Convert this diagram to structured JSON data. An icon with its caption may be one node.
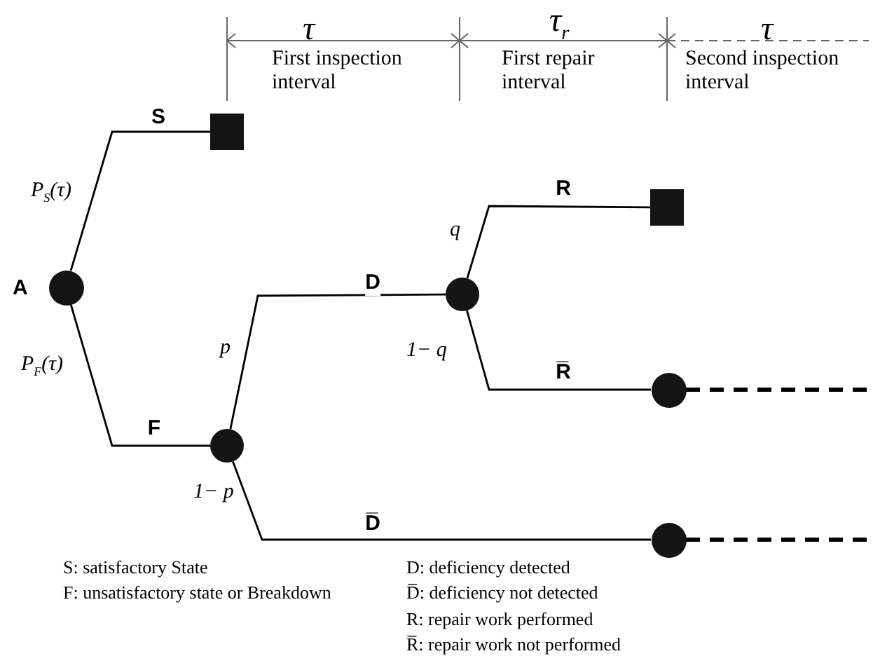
{
  "diagram": {
    "nodes": [
      {
        "text": [],
        "shape": "circle",
        "beside": [
          "A"
        ]
      },
      {
        "text": [],
        "shape": "box"
      },
      {
        "text": [],
        "shape": "circle"
      },
      {
        "text": [],
        "shape": "circle"
      },
      {
        "text": [],
        "shape": "box"
      },
      {
        "text": [],
        "shape": "circle"
      },
      {
        "text": [],
        "shape": "circle"
      }
    ],
    "edges": [
      {
        "from": 0,
        "to": 1,
        "arrow": "none",
        "label": "S"
      },
      {
        "from": 0,
        "to": 2,
        "arrow": "none",
        "label": "F"
      },
      {
        "from": 2,
        "to": 3,
        "arrow": "none",
        "label": "D"
      },
      {
        "from": 2,
        "to": 6,
        "arrow": "none",
        "label": "D̅"
      },
      {
        "from": 3,
        "to": 4,
        "arrow": "none",
        "label": "R"
      },
      {
        "from": 3,
        "to": 5,
        "arrow": "none",
        "label": "R̅"
      },
      {
        "from": 5,
        "to": null,
        "arrow": "none",
        "style": "dashed"
      },
      {
        "from": 6,
        "to": null,
        "arrow": "none",
        "style": "dashed"
      }
    ],
    "labels": [
      "τ",
      "First inspection interval",
      "τ$_{r}$",
      "First repair interval",
      "τ",
      "Second inspection interval",
      "P$_{S}$(τ)",
      "P$_{F}$(τ)",
      "p",
      "1− p",
      "q",
      "1− q",
      "S: satisfactory State",
      "F: unsatisfactory state or Breakdown",
      "D: deficiency detected",
      "D̅: deficiency not detected",
      "R: repair work performed",
      "R̅: repair work not performed"
    ]
  }
}
